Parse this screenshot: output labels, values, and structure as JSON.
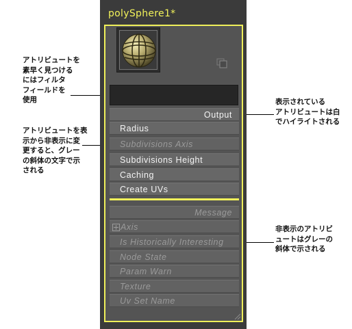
{
  "node": {
    "title": "polySphere1*",
    "filter_value": ""
  },
  "attributes_shown": [
    {
      "label": "Output"
    },
    {
      "label": "Radius"
    },
    {
      "label": "Subdivisions Axis"
    },
    {
      "label": "Subdivisions Height"
    },
    {
      "label": "Caching"
    },
    {
      "label": "Create UVs"
    }
  ],
  "attributes_hidden": [
    {
      "label": "Message"
    },
    {
      "label": "Axis"
    },
    {
      "label": "Is Historically Interesting"
    },
    {
      "label": "Node State"
    },
    {
      "label": "Param Warn"
    },
    {
      "label": "Texture"
    },
    {
      "label": "Uv Set Name"
    }
  ],
  "annotations": {
    "filter": [
      "アトリビュートを",
      "素早く見つける",
      "にはフィルタ",
      "フィールドを",
      "使用"
    ],
    "hide": [
      "アトリビュートを表",
      "示から非表示に変",
      "更すると、グレー",
      "の斜体の文字で示",
      "される"
    ],
    "shown": [
      "表示されている",
      "アトリビュートは白",
      "でハイライトされる"
    ],
    "hidden": [
      "非表示のアトリビ",
      "ュートはグレーの",
      "斜体で示される"
    ]
  },
  "colors": {
    "highlight": "#f0f05a",
    "shown_text": "#f4f4f4",
    "hidden_text": "#9a9a9a",
    "panel": "#545454"
  },
  "icons": [
    "sphere-thumbnail-icon",
    "node-options-icon",
    "expand-plus-icon",
    "resize-grip-icon"
  ]
}
